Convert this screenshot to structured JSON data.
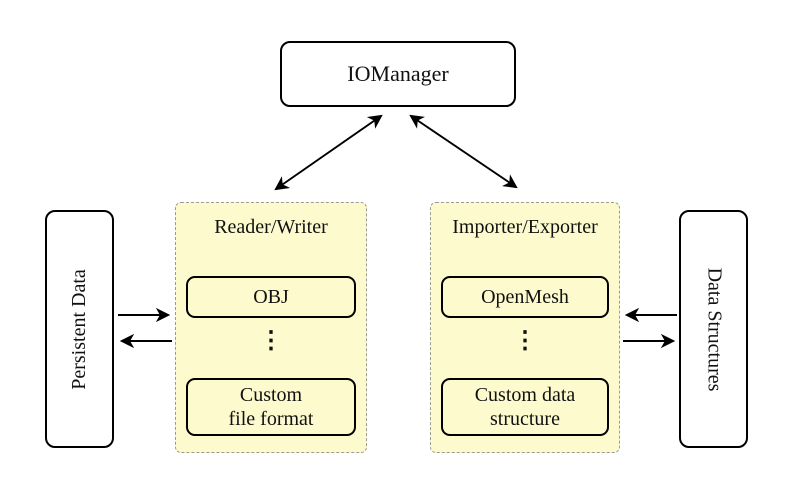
{
  "iomanager": {
    "label": "IOManager"
  },
  "persistent_data": {
    "label": "Persistent Data"
  },
  "data_structures": {
    "label": "Data Structures"
  },
  "reader_writer": {
    "title": "Reader/Writer",
    "item_top": "OBJ",
    "dots": "⋮",
    "item_bottom": "Custom\nfile format"
  },
  "importer_exporter": {
    "title": "Importer/Exporter",
    "item_top": "OpenMesh",
    "dots": "⋮",
    "item_bottom": "Custom data\nstructure"
  },
  "colors": {
    "panel_fill": "#FDFACD",
    "panel_border": "#9A9A9A",
    "box_border": "#000000",
    "arrow": "#000000",
    "background": "#FFFFFF"
  }
}
